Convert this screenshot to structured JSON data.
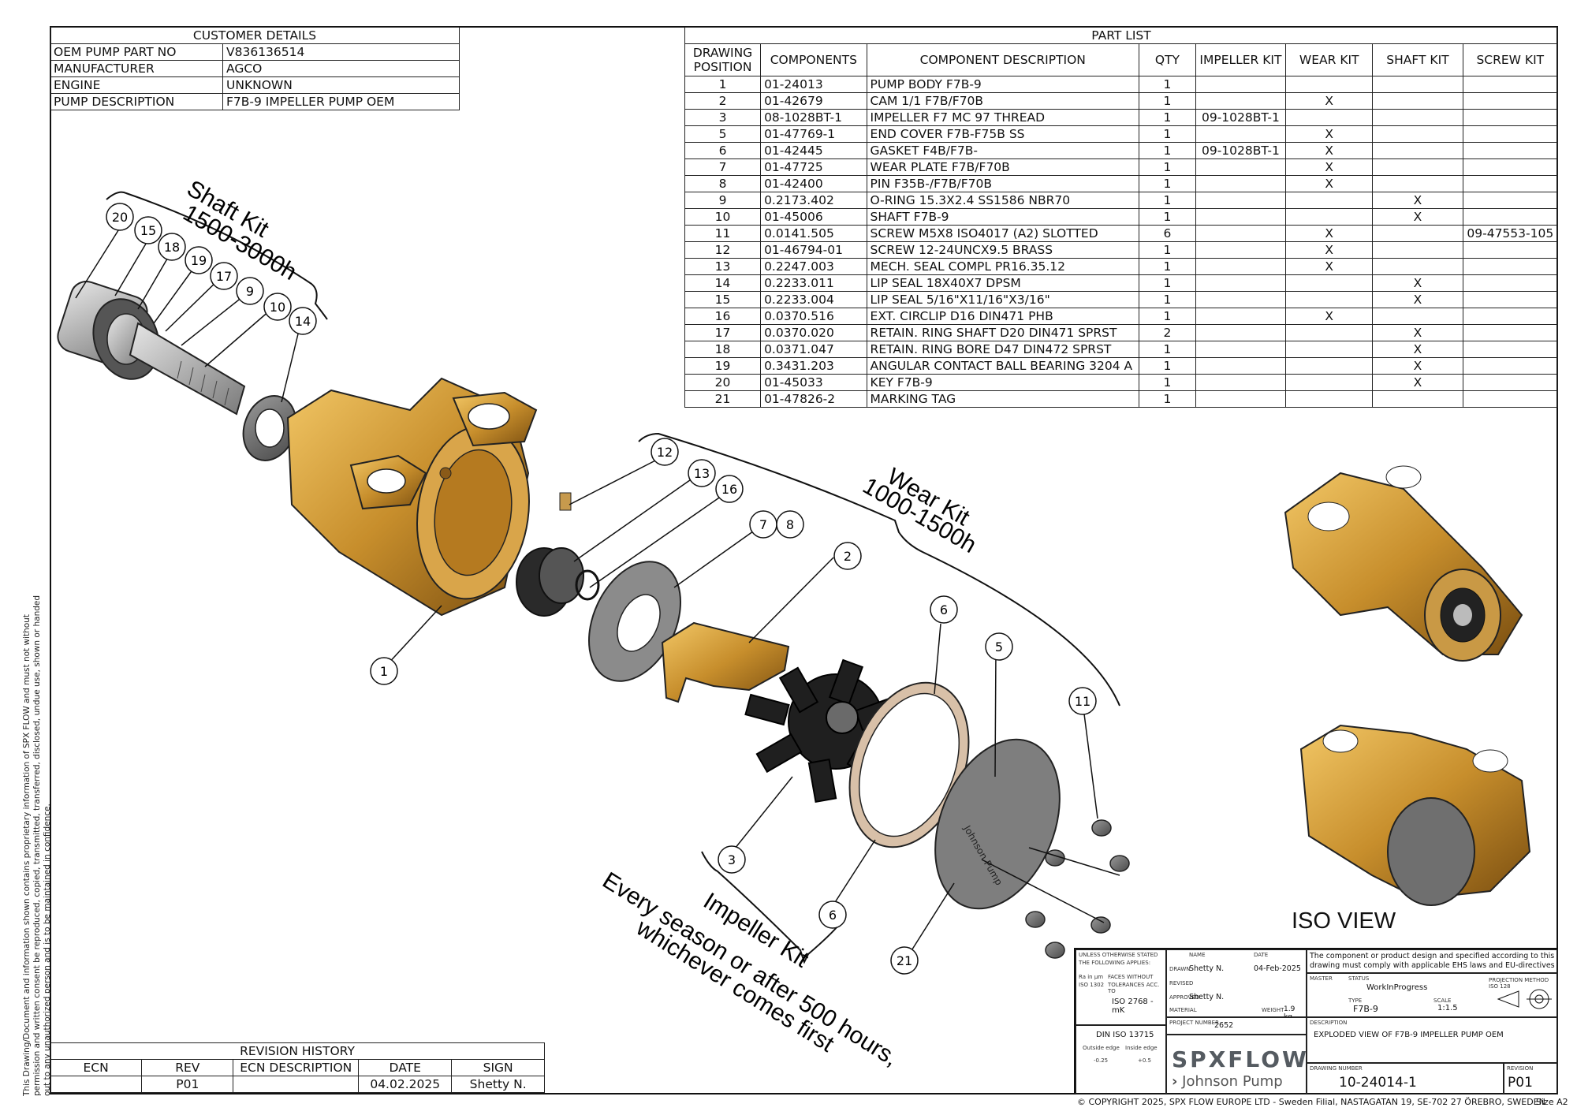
{
  "customer": {
    "title": "CUSTOMER DETAILS",
    "rows": [
      {
        "key": "OEM PUMP PART NO",
        "value": "V836136514"
      },
      {
        "key": "MANUFACTURER",
        "value": "AGCO"
      },
      {
        "key": "ENGINE",
        "value": "UNKNOWN"
      },
      {
        "key": "PUMP DESCRIPTION",
        "value": "F7B-9 IMPELLER PUMP OEM"
      }
    ]
  },
  "parts": {
    "title": "PART LIST",
    "headers": [
      "DRAWING POSITION",
      "COMPONENTS",
      "COMPONENT DESCRIPTION",
      "QTY",
      "IMPELLER KIT",
      "WEAR KIT",
      "SHAFT KIT",
      "SCREW KIT"
    ],
    "rows": [
      [
        "1",
        "01-24013",
        "PUMP BODY F7B-9",
        "1",
        "",
        "",
        "",
        ""
      ],
      [
        "2",
        "01-42679",
        "CAM 1/1 F7B/F70B",
        "1",
        "",
        "X",
        "",
        ""
      ],
      [
        "3",
        "08-1028BT-1",
        "IMPELLER F7 MC 97 THREAD",
        "1",
        "09-1028BT-1",
        "",
        "",
        ""
      ],
      [
        "5",
        "01-47769-1",
        "END COVER F7B-F75B SS",
        "1",
        "",
        "X",
        "",
        ""
      ],
      [
        "6",
        "01-42445",
        "GASKET F4B/F7B-",
        "1",
        "09-1028BT-1",
        "X",
        "",
        ""
      ],
      [
        "7",
        "01-47725",
        "WEAR PLATE F7B/F70B",
        "1",
        "",
        "X",
        "",
        ""
      ],
      [
        "8",
        "01-42400",
        "PIN F35B-/F7B/F70B",
        "1",
        "",
        "X",
        "",
        ""
      ],
      [
        "9",
        "0.2173.402",
        "O-RING 15.3X2.4 SS1586 NBR70",
        "1",
        "",
        "",
        "X",
        ""
      ],
      [
        "10",
        "01-45006",
        "SHAFT F7B-9",
        "1",
        "",
        "",
        "X",
        ""
      ],
      [
        "11",
        "0.0141.505",
        "SCREW M5X8 ISO4017 (A2) SLOTTED",
        "6",
        "",
        "X",
        "",
        "09-47553-105"
      ],
      [
        "12",
        "01-46794-01",
        "SCREW 12-24UNCX9.5 BRASS",
        "1",
        "",
        "X",
        "",
        ""
      ],
      [
        "13",
        "0.2247.003",
        "MECH. SEAL COMPL PR16.35.12",
        "1",
        "",
        "X",
        "",
        ""
      ],
      [
        "14",
        "0.2233.011",
        "LIP SEAL 18X40X7 DPSM",
        "1",
        "",
        "",
        "X",
        ""
      ],
      [
        "15",
        "0.2233.004",
        "LIP SEAL 5/16\"X11/16\"X3/16\"",
        "1",
        "",
        "",
        "X",
        ""
      ],
      [
        "16",
        "0.0370.516",
        "EXT. CIRCLIP D16 DIN471 PHB",
        "1",
        "",
        "X",
        "",
        ""
      ],
      [
        "17",
        "0.0370.020",
        "RETAIN. RING SHAFT D20 DIN471 SPRST",
        "2",
        "",
        "",
        "X",
        ""
      ],
      [
        "18",
        "0.0371.047",
        "RETAIN. RING BORE D47 DIN472 SPRST",
        "1",
        "",
        "",
        "X",
        ""
      ],
      [
        "19",
        "0.3431.203",
        "ANGULAR CONTACT BALL BEARING 3204 A",
        "1",
        "",
        "",
        "X",
        ""
      ],
      [
        "20",
        "01-45033",
        "KEY F7B-9",
        "1",
        "",
        "",
        "X",
        ""
      ],
      [
        "21",
        "01-47826-2",
        "MARKING TAG",
        "1",
        "",
        "",
        "",
        ""
      ]
    ]
  },
  "kits": {
    "shaft_line1": "Shaft Kit",
    "shaft_line2": "1500-3000h",
    "wear_line1": "Wear Kit",
    "wear_line2": "1000-1500h",
    "impeller_line1": "Impeller Kit",
    "impeller_line2": "Every season or after 500 hours,",
    "impeller_line3": "whichever comes first"
  },
  "callouts": [
    "20",
    "15",
    "18",
    "19",
    "17",
    "9",
    "10",
    "14",
    "12",
    "13",
    "16",
    "7",
    "8",
    "2",
    "1",
    "6",
    "5",
    "11",
    "3",
    "6",
    "21"
  ],
  "iso_view": "ISO VIEW",
  "revision": {
    "title": "REVISION HISTORY",
    "headers": [
      "ECN",
      "REV",
      "ECN DESCRIPTION",
      "DATE",
      "SIGN"
    ],
    "row": [
      "",
      "P01",
      "",
      "04.02.2025",
      "Shetty N."
    ]
  },
  "title_block": {
    "general_1": "UNLESS OTHERWISE STATED",
    "general_2": "THE FOLLOWING APPLIES:",
    "ra": "Ra in µm",
    "iso1302": "ISO 1302",
    "faces": "FACES WITHOUT",
    "tol": "TOLERANCES ACC. TO",
    "iso2768": "ISO 2768 - mK",
    "din": "DIN ISO 13715",
    "outside_edge": "Outside edge",
    "inside_edge": "Inside edge",
    "outside_val": "-0.25",
    "inside_val": "+0.5",
    "name_lbl": "NAME",
    "date_lbl": "DATE",
    "drawn_lbl": "DRAWN",
    "drawn_name": "Shetty N.",
    "drawn_date": "04-Feb-2025",
    "revised_lbl": "REVISED",
    "approved_lbl": "APPROVED",
    "approved_name": "Shetty N.",
    "material_lbl": "MATERIAL",
    "weight_lbl": "WEIGHT",
    "weight": "1.9 kg",
    "project_lbl": "PROJECT NUMBER",
    "project": "2652",
    "compliance": "The component or product design and specified according to this drawing must comply with applicable EHS laws and EU-directives",
    "master_lbl": "MASTER",
    "status_lbl": "STATUS",
    "status": "WorkInProgress",
    "projection_lbl": "PROJECTION METHOD ISO 128",
    "type_lbl": "TYPE",
    "type": "F7B-9",
    "scale_lbl": "SCALE",
    "scale": "1:1.5",
    "desc_lbl": "DESCRIPTION",
    "description": "EXPLODED VIEW OF F7B-9 IMPELLER PUMP OEM",
    "drawing_no_lbl": "DRAWING NUMBER",
    "drawing_no": "10-24014-1",
    "revision_lbl": "REVISION",
    "revision": "P01",
    "brand": "SPXFLOW",
    "brand_sub": "Johnson Pump"
  },
  "side_note": "This Drawing/Document and information shown contains proprietary information of SPX FLOW and must not without permission and written consent be reproduced, copied, transmitted, transferred, disclosed, undue use, shown or handed out to any unauthorized person and is to be maintained in confidence.",
  "copyright": "© COPYRIGHT 2025, SPX FLOW EUROPE LTD - Sweden Filial, NASTAGATAN 19, SE-702 27 ÖREBRO, SWEDEN",
  "size": "Size A2"
}
